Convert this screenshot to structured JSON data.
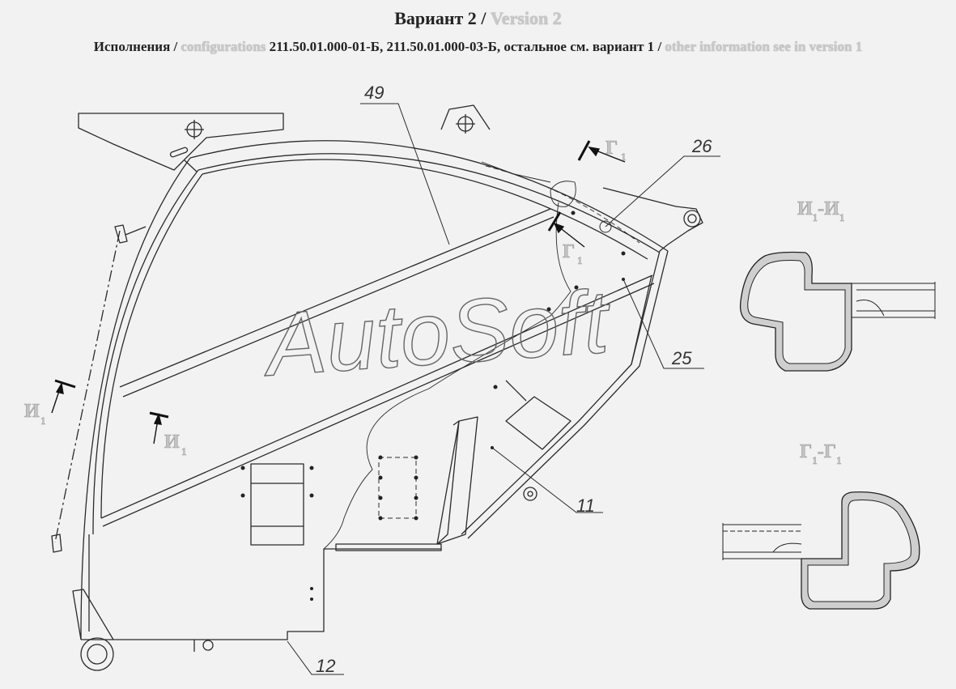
{
  "header": {
    "title_ru": "Вариант 2",
    "title_sep": " / ",
    "title_en": "Version 2",
    "sub_ru1": "Исполнения",
    "sub_sep1": " / ",
    "sub_en1": "configurations",
    "sub_ru2": " 211.50.01.000-01-Б, 211.50.01.000-03-Б, остальное см. вариант 1",
    "sub_sep2": " / ",
    "sub_en2": "other information see in version 1"
  },
  "callouts": {
    "c49": "49",
    "c26": "26",
    "c25": "25",
    "c11": "11",
    "c12": "12"
  },
  "section_marks": {
    "g_letter": "Г",
    "i_letter": "И",
    "index": "1"
  },
  "section_views": {
    "i_title": "И",
    "g_title": "Г",
    "dash": "-",
    "index": "1"
  },
  "watermark": "AutoSoft"
}
